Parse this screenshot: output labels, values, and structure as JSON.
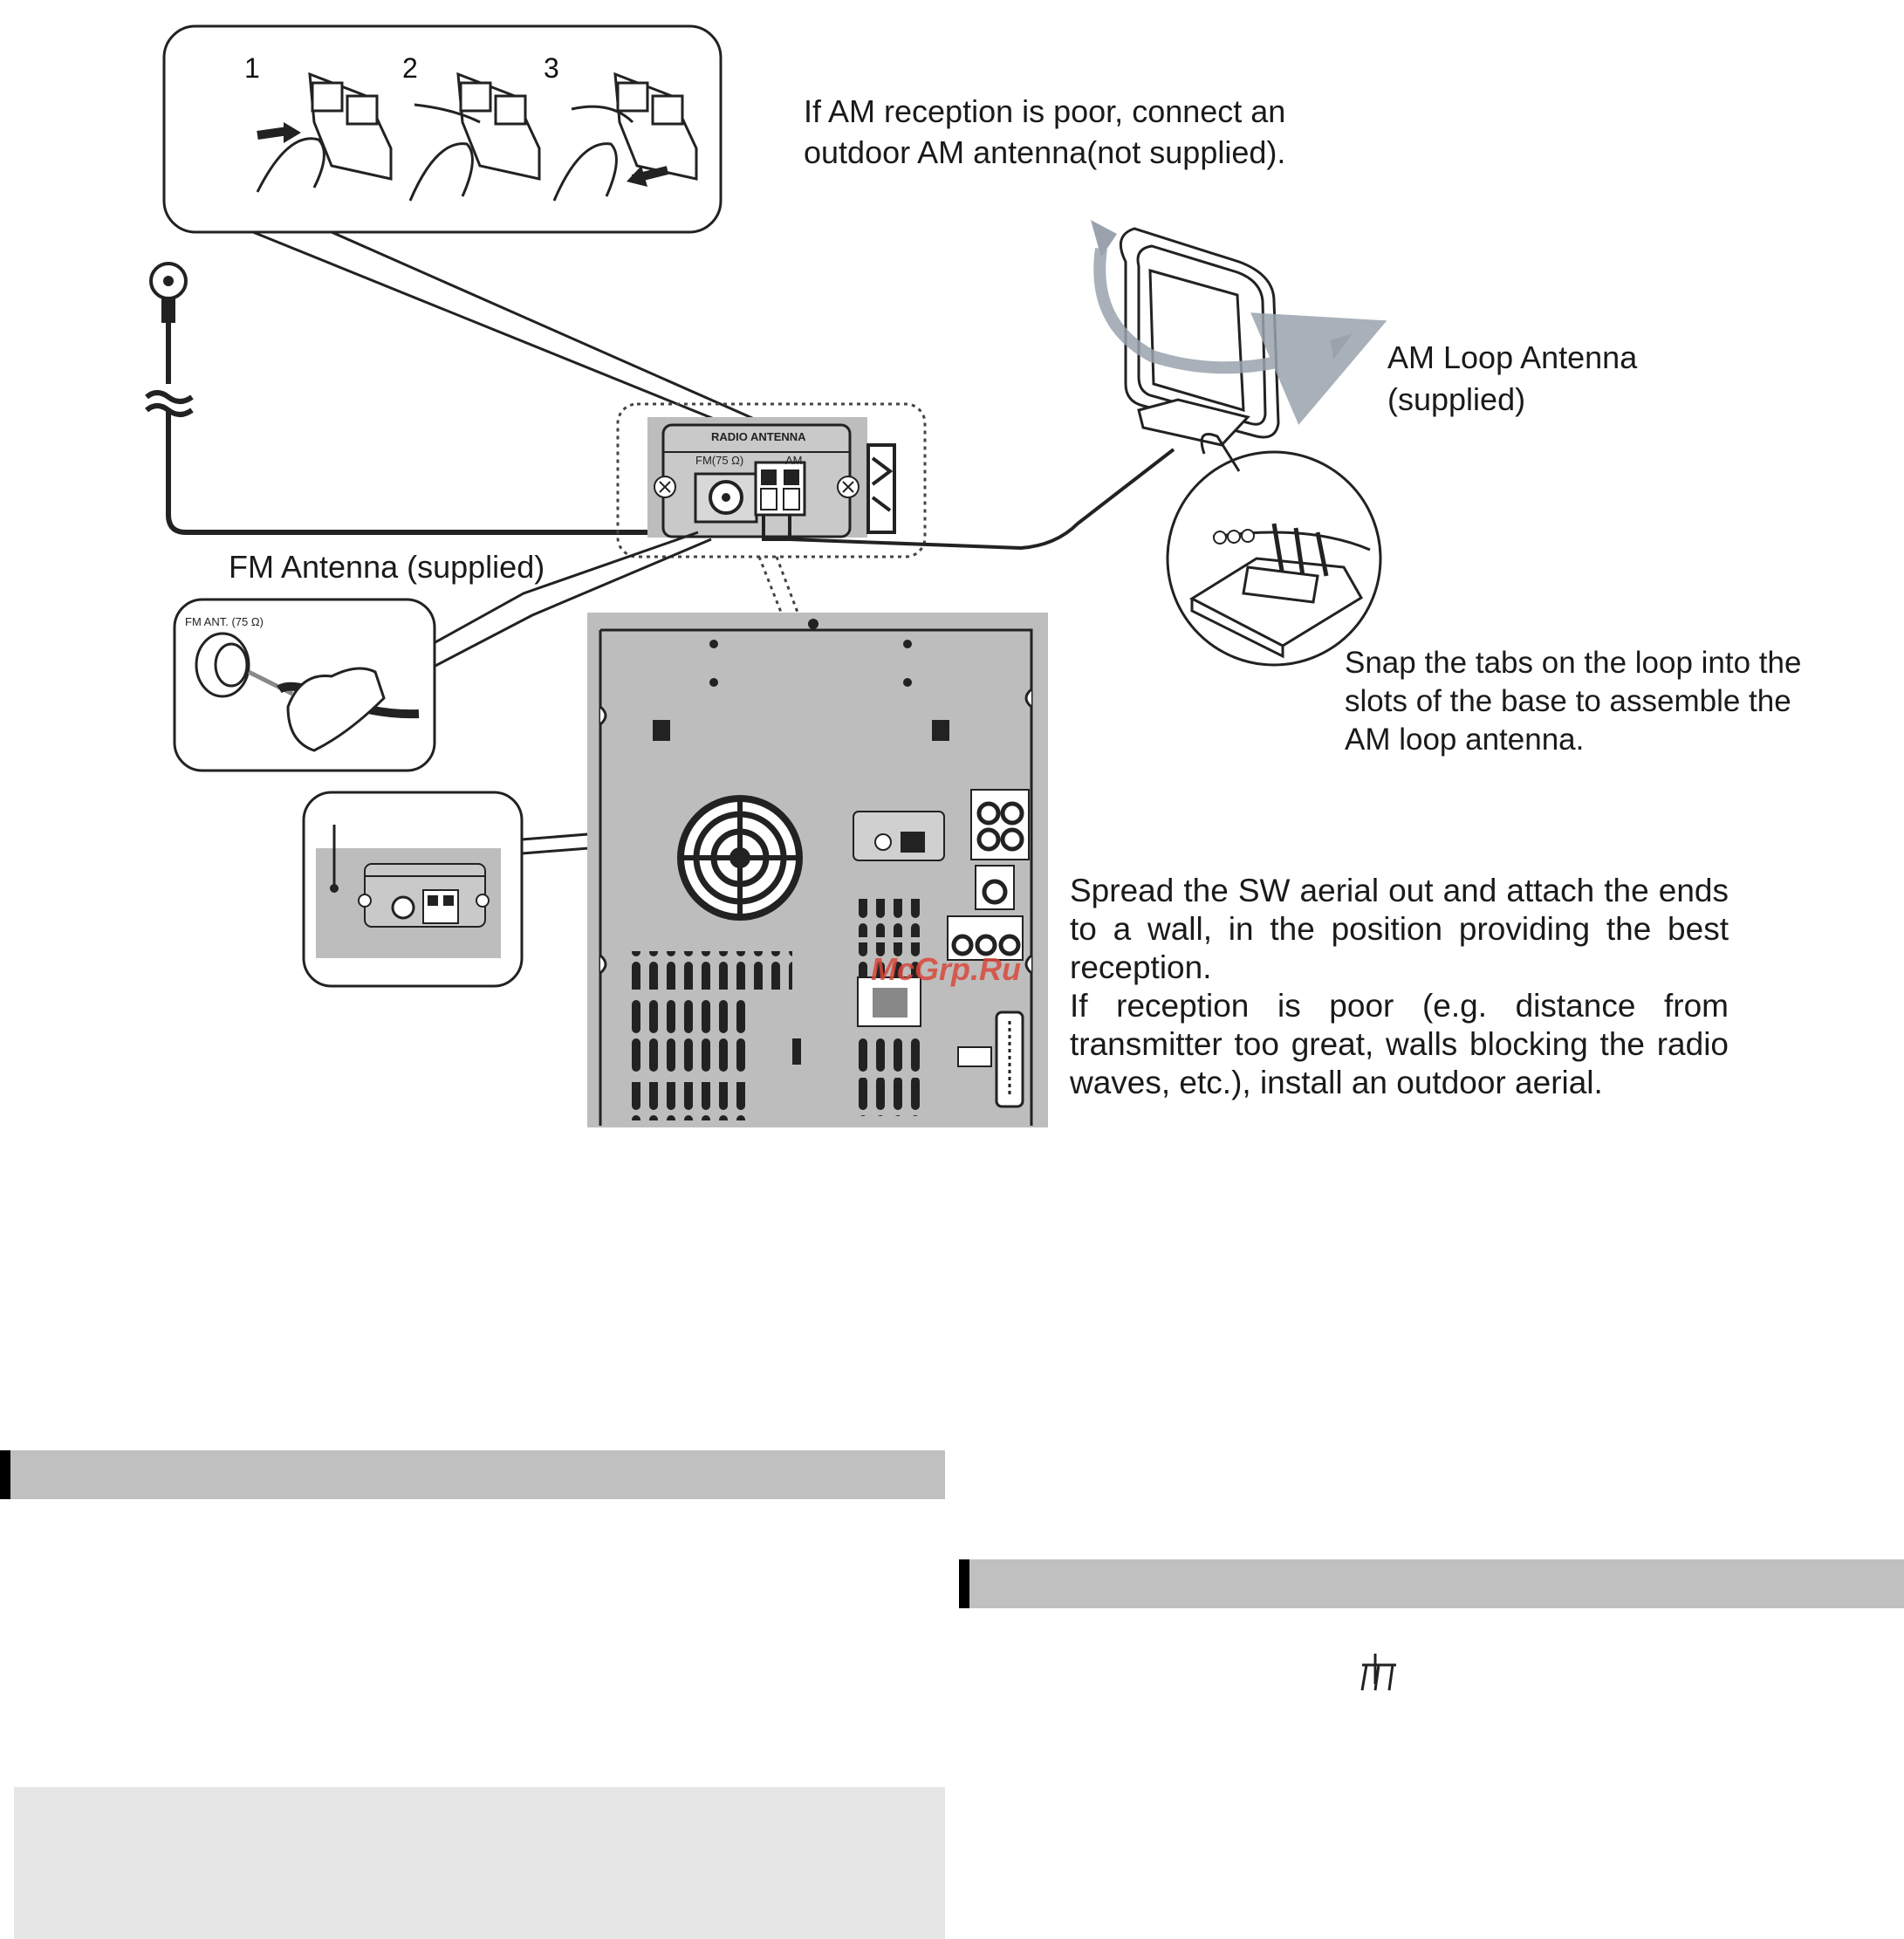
{
  "inset_steps": [
    "1",
    "2",
    "3"
  ],
  "am_outdoor_note": "If AM reception is poor, connect an outdoor AM antenna(not supplied).",
  "am_loop_label": [
    "AM Loop Antenna",
    "(supplied)"
  ],
  "fm_antenna_label": "FM Antenna (supplied)",
  "fm_ant_plate": "FM ANT. (75 Ω)",
  "radio_antenna_plate": "RADIO ANTENNA",
  "fm_75_label": "FM(75 Ω)",
  "am_label": "AM",
  "snap_tabs_note": "Snap the tabs on the loop into the slots of the base to assemble the AM loop antenna.",
  "sw_aerial_note": "Spread the SW aerial out and attach the ends to a wall, in the position providing the best reception.",
  "poor_reception_note": "If reception is poor (e.g. distance from transmitter too great, walls blocking the radio waves, etc.), install an outdoor aerial.",
  "watermark": "McGrp.Ru",
  "colors": {
    "section_bar": "#c0c0c0",
    "note_box": "#e6e6e6",
    "panel_grey": "#bdbdbd",
    "watermark": "#d9483b"
  },
  "icons": [
    "antenna-symbol-icon",
    "ground-symbol-icon",
    "finger-icon"
  ]
}
